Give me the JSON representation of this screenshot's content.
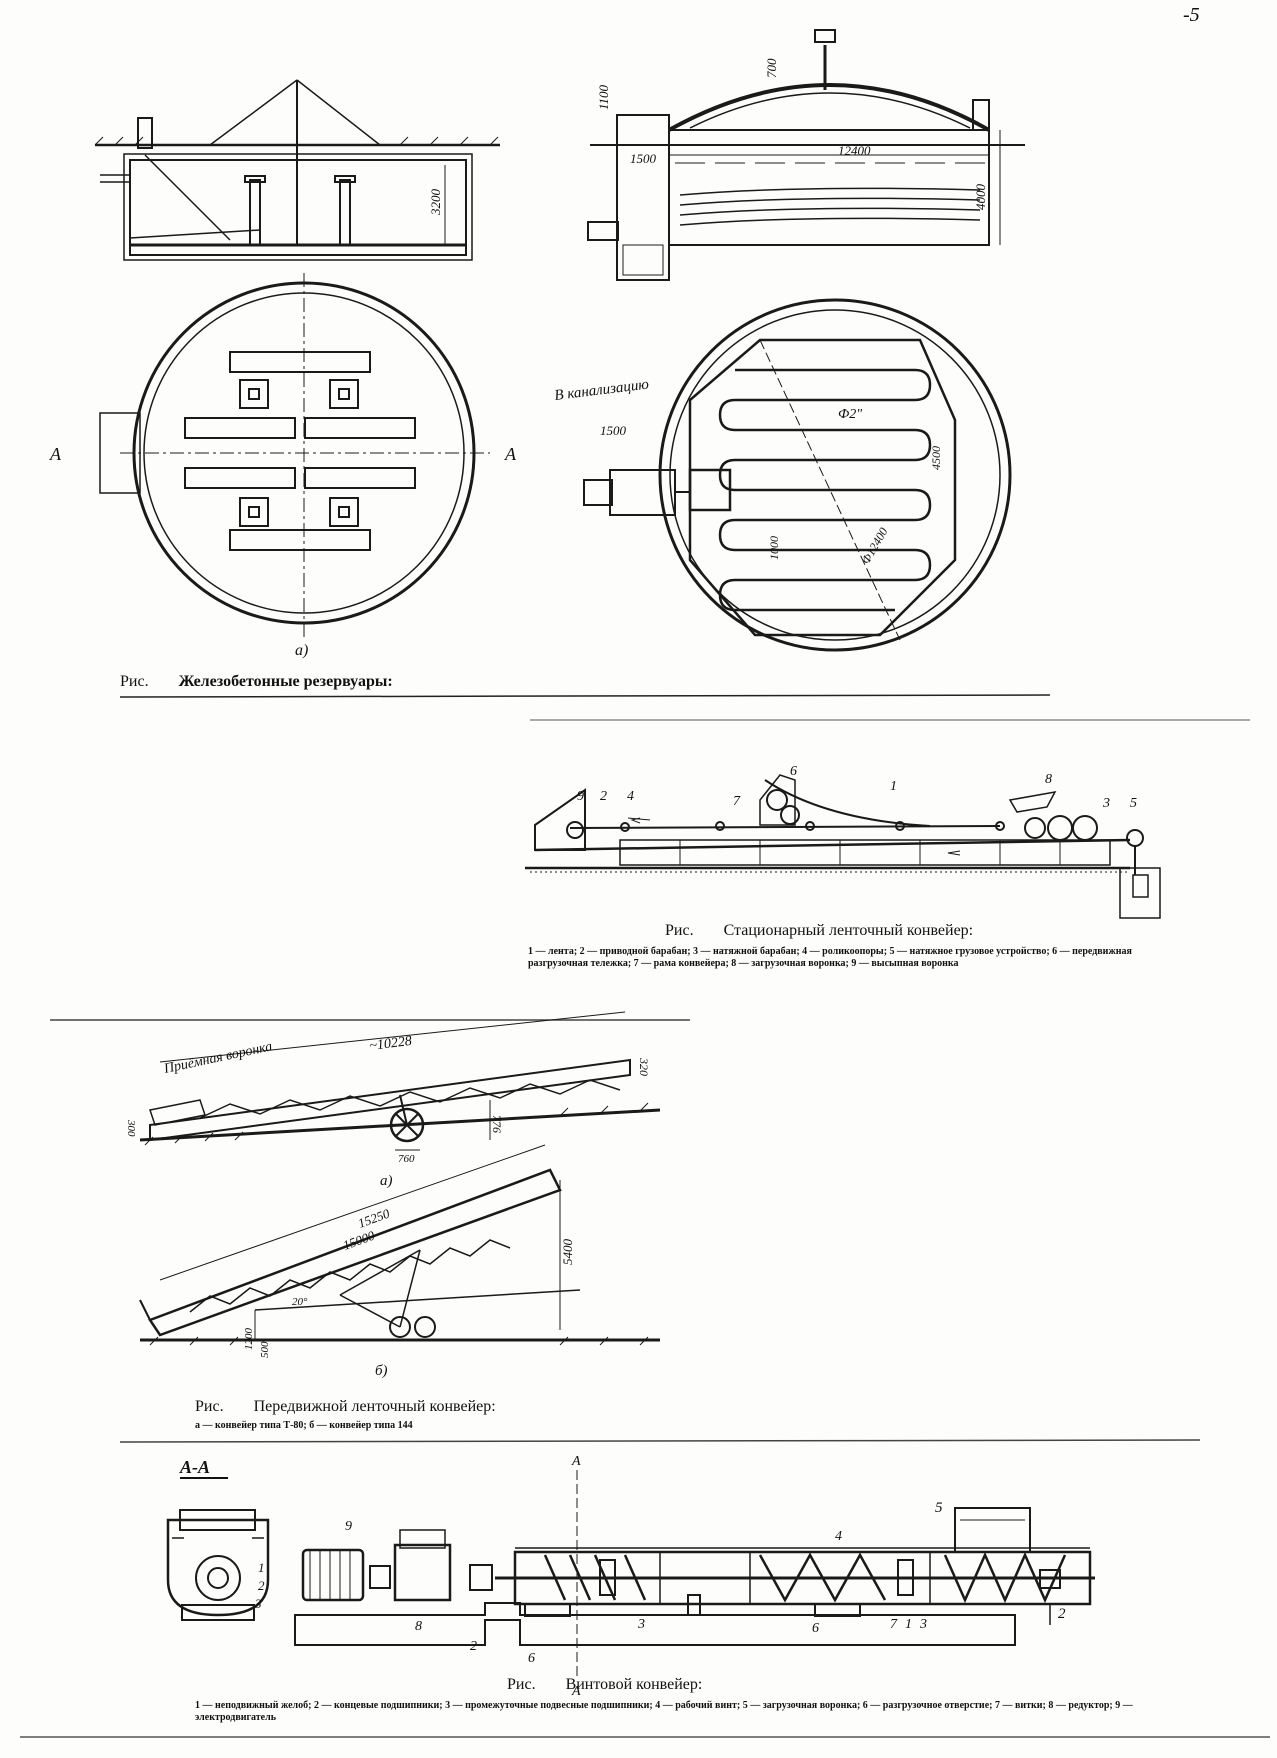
{
  "page_number": "-5",
  "fig1": {
    "caption_label": "Рис.",
    "caption_title": "Железобетонные резервуары:",
    "sub_label_a": "а)",
    "section_left": "А",
    "section_right": "А",
    "dims_left": [
      "3200"
    ],
    "dims_right": [
      "1100",
      "700",
      "12400",
      "1500",
      "4000"
    ],
    "plan_right": {
      "sewer_label": "В канализацию",
      "dims": [
        "1500",
        "Ф2\"",
        "4500",
        "1000",
        "Ф12400"
      ]
    }
  },
  "fig2": {
    "caption_label": "Рис.",
    "caption_title": "Стационарный ленточный конвейер:",
    "legend": "1 — лента; 2 — приводной барабан; 3 — натяжной барабан; 4 — роликоопоры; 5 — натяжное грузовое устройство; 6 — передвижная разгрузочная тележка; 7 — рама конвейера; 8 — загрузочная воронка; 9 — высыпная воронка",
    "numbers": [
      "9",
      "2",
      "4",
      "6",
      "7",
      "1",
      "8",
      "3",
      "5"
    ]
  },
  "fig3": {
    "caption_label": "Рис.",
    "caption_title": "Передвижной ленточный конвейер:",
    "legend": "а — конвейер типа Т-80; б — конвейер типа 144",
    "a": {
      "receiving_hopper": "Приёмная воронка",
      "length": "~10228",
      "dims": [
        "320",
        "776",
        "300",
        "760"
      ],
      "sub_label": "а)"
    },
    "b": {
      "dims": [
        "15250",
        "15000",
        "5400",
        "20°",
        "500",
        "1200"
      ],
      "sub_label": "б)"
    }
  },
  "fig4": {
    "caption_label": "Рис.",
    "caption_title": "Винтовой конвейер:",
    "legend": "1 — неподвижный желоб; 2 — концевые подшипники; 3 — промежуточные подвесные подшипники; 4 — рабочий винт; 5 — загрузочная воронка; 6 — разгрузочное отверстие; 7 — витки; 8 — редуктор; 9 — электродвигатель",
    "section_title": "А-А",
    "section_letter": "А",
    "numbers_section": [
      "1",
      "2",
      "3"
    ],
    "numbers_main": [
      "9",
      "8",
      "2",
      "6",
      "3",
      "4",
      "6",
      "7",
      "1",
      "3",
      "5",
      "2"
    ]
  }
}
